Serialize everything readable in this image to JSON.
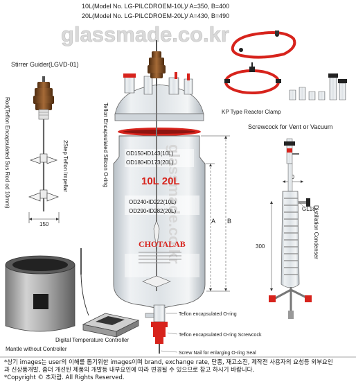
{
  "header": {
    "line1": "10L(Model No. LG-PILCDROEM-10L)/ A=350, B=400",
    "line2": "20L(Model No. LG-PILCDROEM-20L)/ A=430, B=490"
  },
  "watermark": {
    "horizontal": "glassmade.co.kr",
    "vertical": "glassmade.co.kr"
  },
  "labels": {
    "stirrer_guider": "Stirrer Guider(LGVD-01)",
    "rod": "Rod(Teflon Encapsulated Sus Rod od 10mm)",
    "impeller": "2Step Teflon Impellar",
    "impeller_width": "150",
    "silicon_oring": "Teflon Encapsulated Silicon O-ring",
    "kp_clamp": "KP Type Reactor Clamp",
    "screwcock": "Screwcock for Vent or Vacuum",
    "condenser_width": "80",
    "condenser_height": "300",
    "condenser_joint": "GL18",
    "condenser": "Distillation Condenser",
    "od1": "OD150•ID143(10L)",
    "od2": "OD180•ID173(20L)",
    "volume": "10L 20L",
    "od3": "OD240•ID222(10L)",
    "od4": "OD290•ID282(20L)",
    "dim_a": "A",
    "dim_b": "B",
    "brand": "CHOTALAB",
    "teflon_oring": "Teflon encapsulated O-ring",
    "teflon_screwcock": "Teflon encapsulated O-ring Screwcock",
    "screw_nail": "Screw Nail for enlarging O-ring Seal",
    "mantle": "Mantle without Controller",
    "controller": "Digital Temperature Controller"
  },
  "footer": {
    "note_line1": "*상기 images는 user의 이해를 돕기위한 images이며 brand, exchange rate, 단종, 재고소진, 제작전 사용자의 요청등 외부요인",
    "note_line2": "과 신상품개발, 좀더 개선된 제품의 개발등 내부요인에 따라 변경될 수 있으므로 참고 하시기 바랍니다.",
    "copyright": "*Copyright © 초자람.     All Rights Reserved."
  },
  "colors": {
    "accent_red": "#d7231c",
    "glass": "#dfe4e8",
    "watermark": "#d9d9d9",
    "brown": "#7b4a21"
  }
}
